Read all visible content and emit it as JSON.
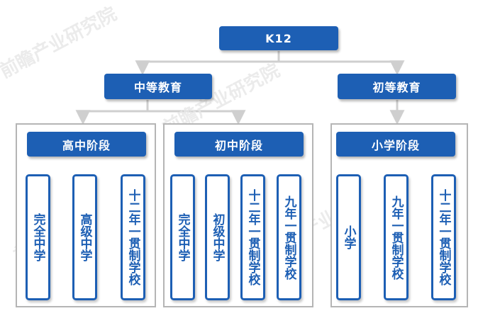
{
  "colors": {
    "node_fill": "#1d5fb4",
    "connector": "#cfcfcf",
    "group_border": "#b5b5b5"
  },
  "watermark": "前瞻产业研究院",
  "root": {
    "label": "K12"
  },
  "branches": [
    {
      "label": "中等教育",
      "groups": [
        {
          "label": "高中阶段",
          "items": [
            "完全中学",
            "高级中学",
            "十二年一贯制学校"
          ]
        },
        {
          "label": "初中阶段",
          "items": [
            "完全中学",
            "初级中学",
            "十二年一贯制学校",
            "九年一贯制学校"
          ]
        }
      ]
    },
    {
      "label": "初等教育",
      "groups": [
        {
          "label": "小学阶段",
          "items": [
            "小学",
            "九年一贯制学校",
            "十二年一贯制学校"
          ]
        }
      ]
    }
  ]
}
